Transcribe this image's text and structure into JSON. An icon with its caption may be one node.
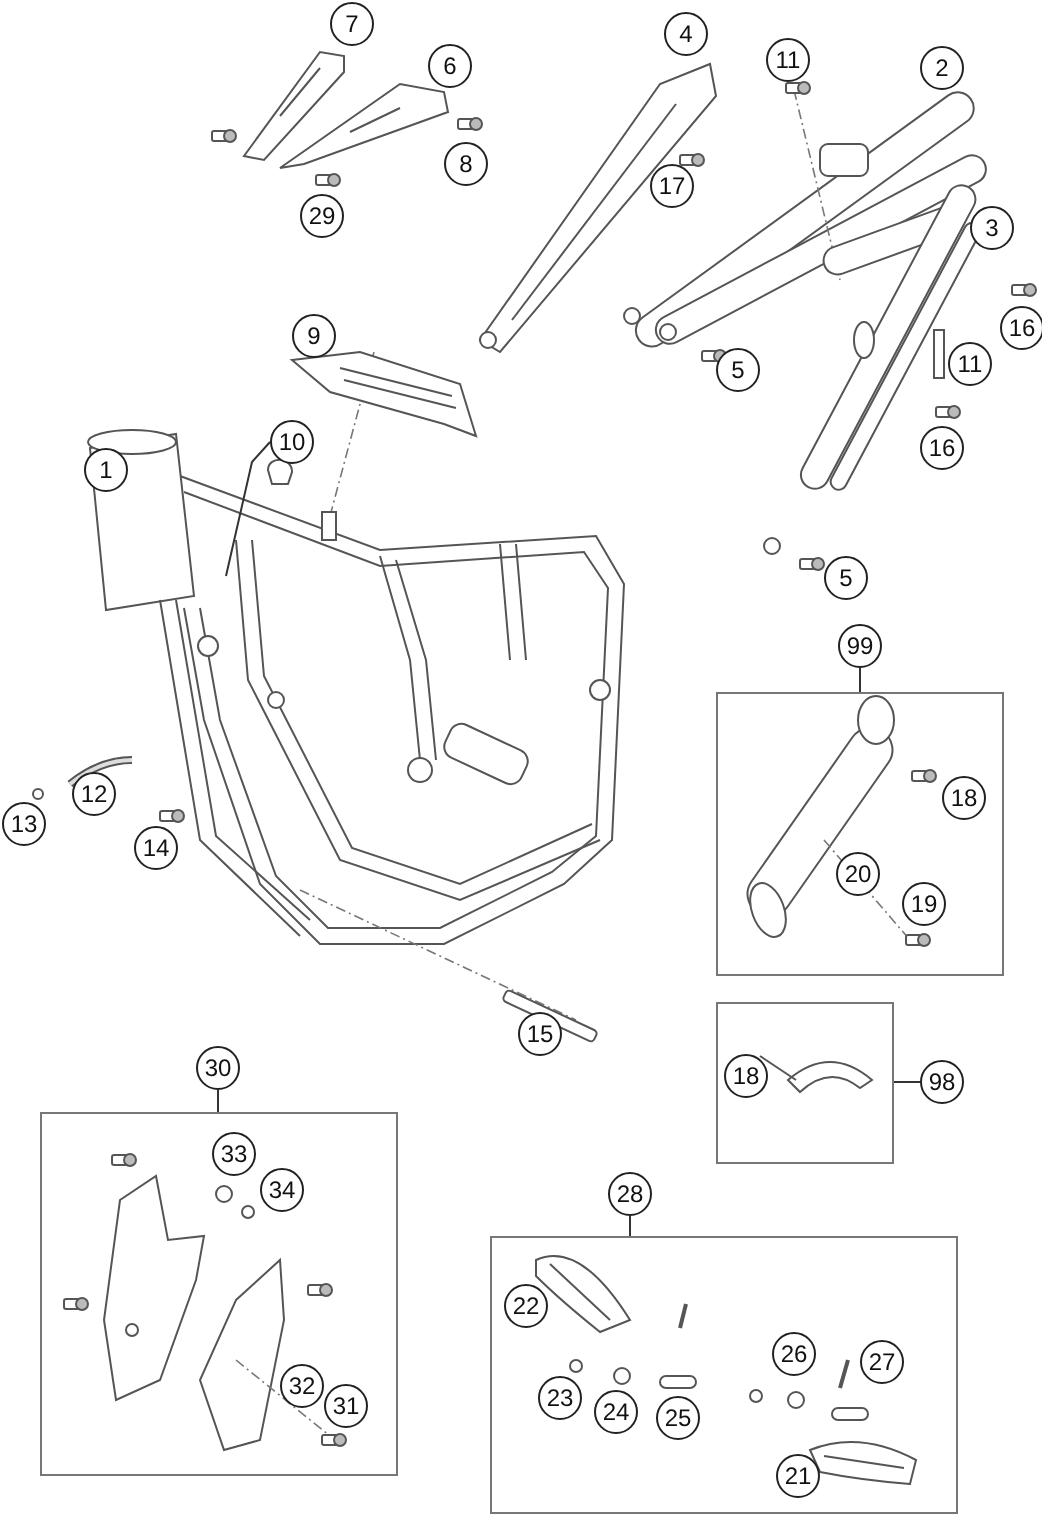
{
  "diagram": {
    "nodes": [
      {
        "text": [
          "7"
        ]
      },
      {
        "text": [
          "4"
        ]
      },
      {
        "text": [
          "11"
        ]
      },
      {
        "text": [
          "2"
        ]
      },
      {
        "text": [
          "6"
        ]
      },
      {
        "text": [
          "8"
        ]
      },
      {
        "text": [
          "17"
        ]
      },
      {
        "text": [
          "29"
        ]
      },
      {
        "text": [
          "3"
        ]
      },
      {
        "text": [
          "16"
        ]
      },
      {
        "text": [
          "5"
        ]
      },
      {
        "text": [
          "11"
        ]
      },
      {
        "text": [
          "9"
        ]
      },
      {
        "text": [
          "10"
        ]
      },
      {
        "text": [
          "1"
        ]
      },
      {
        "text": [
          "16"
        ]
      },
      {
        "text": [
          "5"
        ]
      },
      {
        "text": [
          "99"
        ]
      },
      {
        "text": [],
        "shape": "box"
      },
      {
        "text": [
          "18"
        ],
        "in": 18
      },
      {
        "text": [
          "20"
        ],
        "in": 18
      },
      {
        "text": [
          "19"
        ],
        "in": 18
      },
      {
        "text": [
          "12"
        ]
      },
      {
        "text": [
          "13"
        ]
      },
      {
        "text": [
          "14"
        ]
      },
      {
        "text": [
          "15"
        ]
      },
      {
        "text": [],
        "shape": "box"
      },
      {
        "text": [
          "18"
        ],
        "in": 26
      },
      {
        "text": [
          "98"
        ]
      },
      {
        "text": [
          "30"
        ]
      },
      {
        "text": [],
        "shape": "box"
      },
      {
        "text": [
          "33"
        ],
        "in": 30
      },
      {
        "text": [
          "34"
        ],
        "in": 30
      },
      {
        "text": [
          "32"
        ],
        "in": 30
      },
      {
        "text": [
          "31"
        ],
        "in": 30
      },
      {
        "text": [
          "28"
        ]
      },
      {
        "text": [],
        "shape": "box"
      },
      {
        "text": [
          "22"
        ],
        "in": 36
      },
      {
        "text": [
          "26"
        ],
        "in": 36
      },
      {
        "text": [
          "27"
        ],
        "in": 36
      },
      {
        "text": [
          "23"
        ],
        "in": 36
      },
      {
        "text": [
          "24"
        ],
        "in": 36
      },
      {
        "text": [
          "25"
        ],
        "in": 36
      },
      {
        "text": [
          "21"
        ],
        "in": 36
      }
    ],
    "edges": [
      {
        "from": 17,
        "to": 18,
        "arrow": "none"
      },
      {
        "from": 28,
        "to": 26,
        "arrow": "none"
      },
      {
        "from": 29,
        "to": 30,
        "arrow": "none"
      },
      {
        "from": 35,
        "to": 36,
        "arrow": "none"
      },
      {
        "from": 13,
        "to": null,
        "arrow": "none"
      }
    ]
  }
}
